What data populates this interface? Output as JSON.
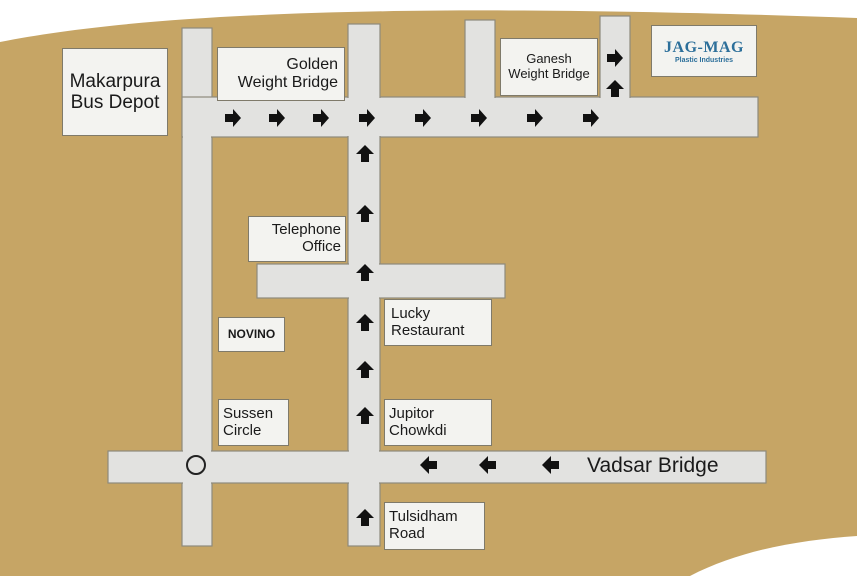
{
  "colors": {
    "background": "#c6a565",
    "road": "#e2e2e0",
    "road_edge": "#8e8a7c",
    "label_bg": "#f3f3f0",
    "arrow": "#111111",
    "logo_blue": "#2c6f9a"
  },
  "labels": {
    "makarpura": {
      "line1": "Makarpura",
      "line2": "Bus Depot"
    },
    "golden": {
      "line1": "Golden",
      "line2": "Weight Bridge"
    },
    "ganesh": {
      "line1": "Ganesh",
      "line2": "Weight Bridge"
    },
    "telephone": {
      "line1": "Telephone",
      "line2": "Office"
    },
    "novino": {
      "text": "NOVINO"
    },
    "lucky": {
      "line1": "Lucky",
      "line2": "Restaurant"
    },
    "sussen": {
      "line1": "Sussen",
      "line2": "Circle"
    },
    "jupitor": {
      "line1": "Jupitor",
      "line2": "Chowkdi"
    },
    "tulsidham": {
      "line1": "Tulsidham",
      "line2": "Road"
    }
  },
  "roads": {
    "vadsar_bridge": "Vadsar Bridge"
  },
  "logo": {
    "name": "JAG-MAG",
    "tagline": "Plastic Industries",
    "icon": "jagmag-logo"
  },
  "icons": {
    "arrow": "direction-arrow-icon",
    "circle": "roundabout-circle-icon"
  }
}
